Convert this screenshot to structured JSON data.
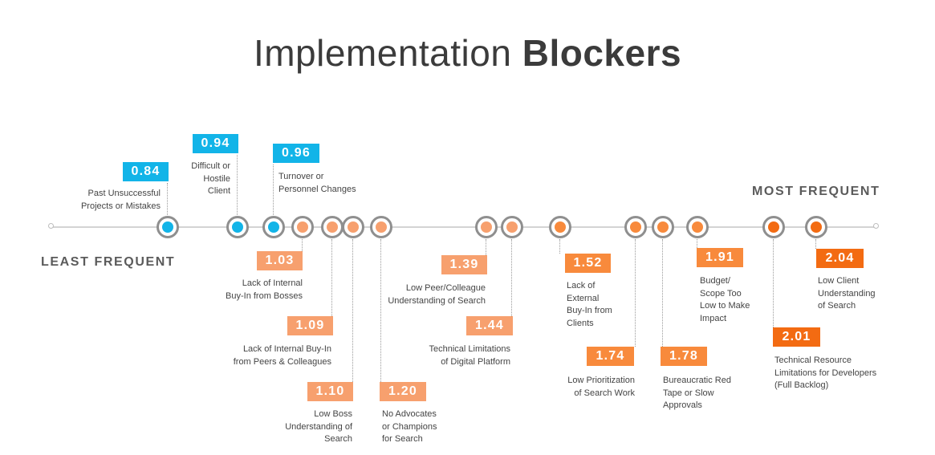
{
  "title": {
    "light": "Implementation ",
    "bold": "Blockers"
  },
  "axis": {
    "least": "LEAST FREQUENT",
    "most": "MOST FREQUENT"
  },
  "colors": {
    "blue": "#12b4e8",
    "peach": "#f7a06e",
    "orange_mid": "#f88a3c",
    "orange": "#f36b12",
    "ring": "#8f8f8f",
    "axis": "#d3d3d3"
  },
  "items": [
    {
      "value": "0.84",
      "label": "Past Unsuccessful\nProjects or Mistakes",
      "color": "blue"
    },
    {
      "value": "0.94",
      "label": "Difficult or\nHostile\nClient",
      "color": "blue"
    },
    {
      "value": "0.96",
      "label": "Turnover or\nPersonnel Changes",
      "color": "blue"
    },
    {
      "value": "1.03",
      "label": "Lack of Internal\nBuy-In from Bosses",
      "color": "peach"
    },
    {
      "value": "1.09",
      "label": "Lack of Internal Buy-In\nfrom Peers & Colleagues",
      "color": "peach"
    },
    {
      "value": "1.10",
      "label": "Low Boss\nUnderstanding of\nSearch",
      "color": "peach"
    },
    {
      "value": "1.20",
      "label": "No Advocates\nor Champions\nfor Search",
      "color": "peach"
    },
    {
      "value": "1.39",
      "label": "Low Peer/Colleague\nUnderstanding of Search",
      "color": "peach"
    },
    {
      "value": "1.44",
      "label": "Technical Limitations\nof Digital Platform",
      "color": "peach"
    },
    {
      "value": "1.52",
      "label": "Lack of\nExternal\nBuy-In from\nClients",
      "color": "orange_mid"
    },
    {
      "value": "1.74",
      "label": "Low Prioritization\nof Search Work",
      "color": "orange_mid"
    },
    {
      "value": "1.78",
      "label": "Bureaucratic Red\nTape or Slow\nApprovals",
      "color": "orange_mid"
    },
    {
      "value": "1.91",
      "label": "Budget/\nScope Too\nLow to Make\nImpact",
      "color": "orange_mid"
    },
    {
      "value": "2.01",
      "label": "Technical Resource\nLimitations for Developers\n(Full Backlog)",
      "color": "orange"
    },
    {
      "value": "2.04",
      "label": "Low Client\nUnderstanding\nof Search",
      "color": "orange"
    }
  ]
}
